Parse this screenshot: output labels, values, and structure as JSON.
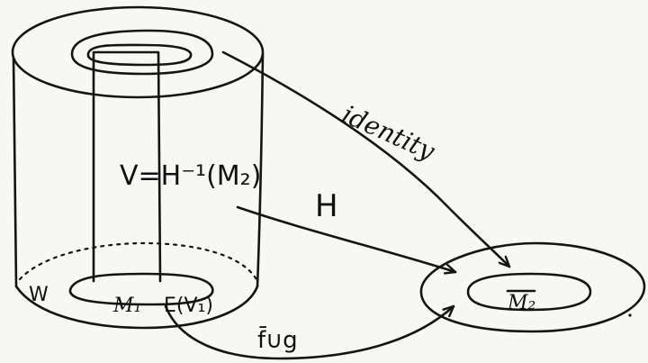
{
  "labels": {
    "v_equation": "V=H⁻¹(M₂)",
    "h_map": "H",
    "identity": "identity",
    "w": "W",
    "m1": "M₁",
    "e_v1": "E(V₁)",
    "m2_bar": "M₂",
    "f_cup_g": "f̄∪g"
  },
  "colors": {
    "ink": "#141414",
    "paper": "#f7f7f4"
  }
}
